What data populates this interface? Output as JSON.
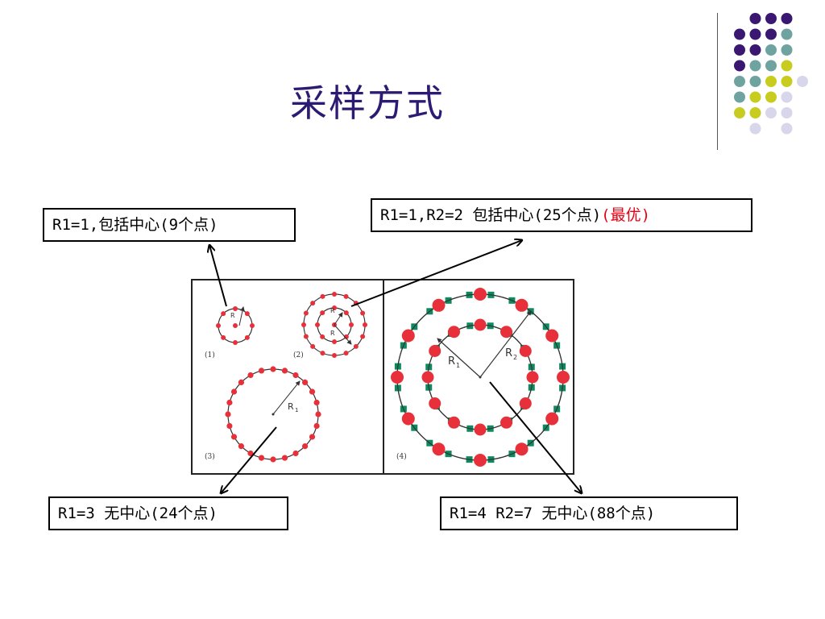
{
  "slide": {
    "title": "采样方式"
  },
  "labels": {
    "r1_center": "R1=1,包括中心(9个点)",
    "r1_r2_center": "R1=1,R2=2 包括中心(25个点)",
    "best": "(最优)",
    "r3_nocenter": "R1=3 无中心(24个点)",
    "r4_r7_nocenter": "R1=4 R2=7 无中心(88个点)"
  },
  "figure": {
    "panel_1": "(1)",
    "panel_2": "(2)",
    "panel_3": "(3)",
    "panel_4": "(4)",
    "radius_label_small": "R",
    "radius_label_r1": "R",
    "radius_label_r2": "R",
    "sub_1": "1",
    "sub_2": "2"
  },
  "colors": {
    "title": "#2d1a72",
    "dot_red": "#e8303a",
    "dot_green": "#0f8a5f",
    "deco_purple": "#3a1770",
    "deco_teal": "#6fa3a0",
    "deco_yellow": "#c8cc1e",
    "deco_lavender": "#d8d6ea",
    "highlight": "#e60012"
  },
  "icons": {
    "decoration": "dot-grid-decoration",
    "arrow": "arrow-icon"
  }
}
